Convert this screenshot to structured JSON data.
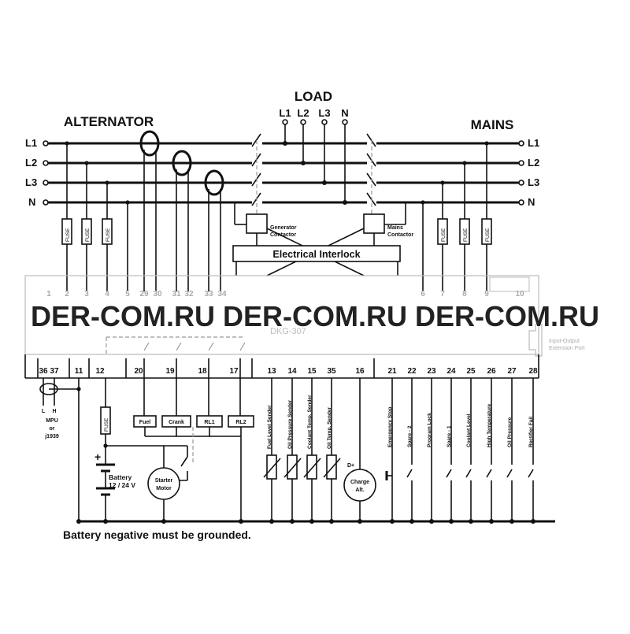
{
  "headings": {
    "load": "LOAD",
    "alternator": "ALTERNATOR",
    "mains": "MAINS"
  },
  "phases": {
    "l1": "L1",
    "l2": "L2",
    "l3": "L3",
    "n": "N"
  },
  "fuse_label": "FUSE",
  "contactors": {
    "generator": [
      "Generator",
      "Contactor"
    ],
    "mains": [
      "Mains",
      "Contactor"
    ]
  },
  "interlock": "Electrical Interlock",
  "top_terminals": [
    "1",
    "2",
    "3",
    "4",
    "5",
    "29",
    "30",
    "31",
    "32",
    "33",
    "34",
    "6",
    "7",
    "8",
    "9",
    "10"
  ],
  "watermark": "DER-COM.RU DER-COM.RU DER-COM.RU",
  "module_name": "DKG-307",
  "extension_port": [
    "Input-Output",
    "Extension Port"
  ],
  "bottom_terminals": [
    "36",
    "37",
    "11",
    "12",
    "20",
    "19",
    "18",
    "17",
    "13",
    "14",
    "15",
    "35",
    "16",
    "21",
    "22",
    "23",
    "24",
    "25",
    "26",
    "27",
    "28"
  ],
  "mpu": {
    "low": "L",
    "high": "H",
    "label": [
      "MPU",
      "or",
      "j1939"
    ]
  },
  "relay_boxes": [
    "Fuel",
    "Crank",
    "RL1",
    "RL2"
  ],
  "battery": {
    "plus": "+",
    "label": [
      "Battery",
      "12 / 24 V"
    ]
  },
  "starter": [
    "Starter",
    "Motor"
  ],
  "charge": {
    "dplus": "D+",
    "label": [
      "Charge",
      "Alt."
    ]
  },
  "senders": [
    "Fuel Level Sender",
    "Oil Pressure Sender",
    "Coolant Temp. Sender",
    "Oil Temp. Sender"
  ],
  "inputs": [
    "Emergency Stop",
    "Spare - 2",
    "Program Lock",
    "Spare - 1",
    "Coolant Level",
    "High Temperature",
    "Oil Pressure",
    "Rectifier Fail"
  ],
  "footer_note": "Battery negative must be grounded."
}
